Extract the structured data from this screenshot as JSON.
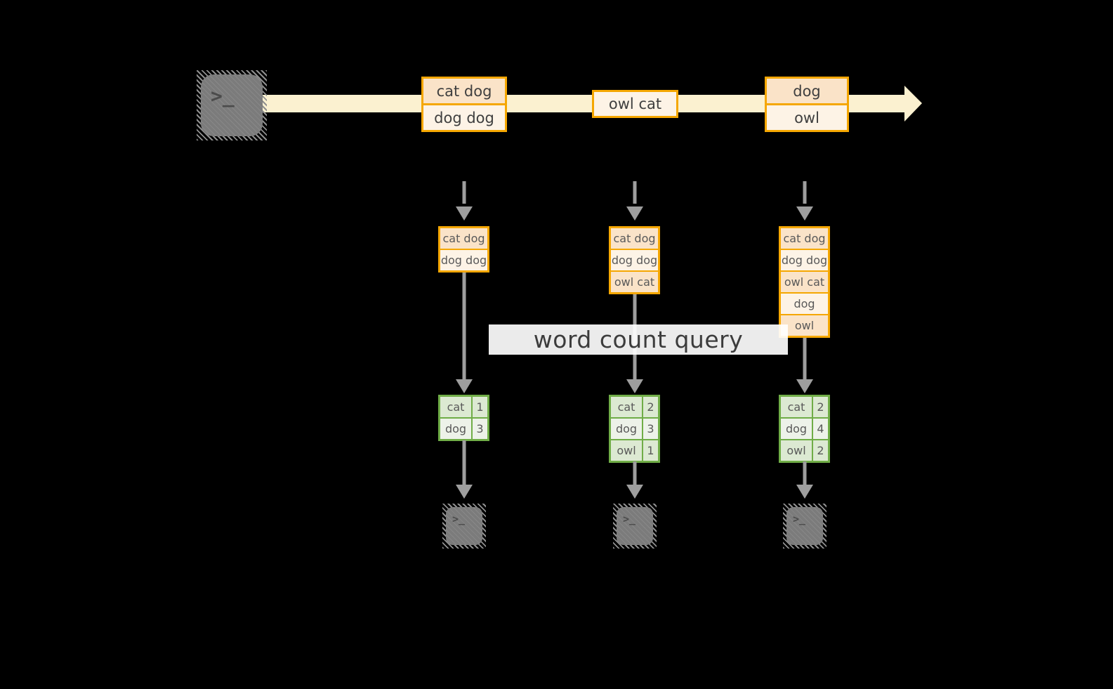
{
  "query_label": "word count query",
  "stream": {
    "batches": [
      {
        "cells": [
          "cat dog",
          "dog dog"
        ]
      },
      {
        "cells": [
          "owl cat"
        ]
      },
      {
        "cells": [
          "dog",
          "owl"
        ]
      }
    ]
  },
  "pipelines": [
    {
      "input_stack": [
        "cat dog",
        "dog dog"
      ],
      "counts": [
        {
          "word": "cat",
          "count": "1"
        },
        {
          "word": "dog",
          "count": "3"
        }
      ]
    },
    {
      "input_stack": [
        "cat dog",
        "dog dog",
        "owl cat"
      ],
      "counts": [
        {
          "word": "cat",
          "count": "2"
        },
        {
          "word": "dog",
          "count": "3"
        },
        {
          "word": "owl",
          "count": "1"
        }
      ]
    },
    {
      "input_stack": [
        "cat dog",
        "dog dog",
        "owl cat",
        "dog",
        "owl"
      ],
      "counts": [
        {
          "word": "cat",
          "count": "2"
        },
        {
          "word": "dog",
          "count": "4"
        },
        {
          "word": "owl",
          "count": "2"
        }
      ]
    }
  ],
  "icons": {
    "source_terminal": "terminal-icon",
    "sink_terminal": "terminal-icon",
    "prompt_glyph": ">_"
  },
  "colors": {
    "background": "#000000",
    "accent_orange": "#F5A702",
    "fill_peach": "#FAE3C8",
    "fill_cream": "#FDF3E6",
    "stream_band": "#FBF1D0",
    "accent_green": "#70AD47",
    "fill_green_dark": "#DCE9D2",
    "fill_green_light": "#EDF2E9",
    "arrow_gray": "#9E9E9E",
    "terminal_gray": "#7B7B7B",
    "text_dark": "#3F3F3F",
    "text_cell": "#595959",
    "label_bg": "#FFFFFF"
  }
}
